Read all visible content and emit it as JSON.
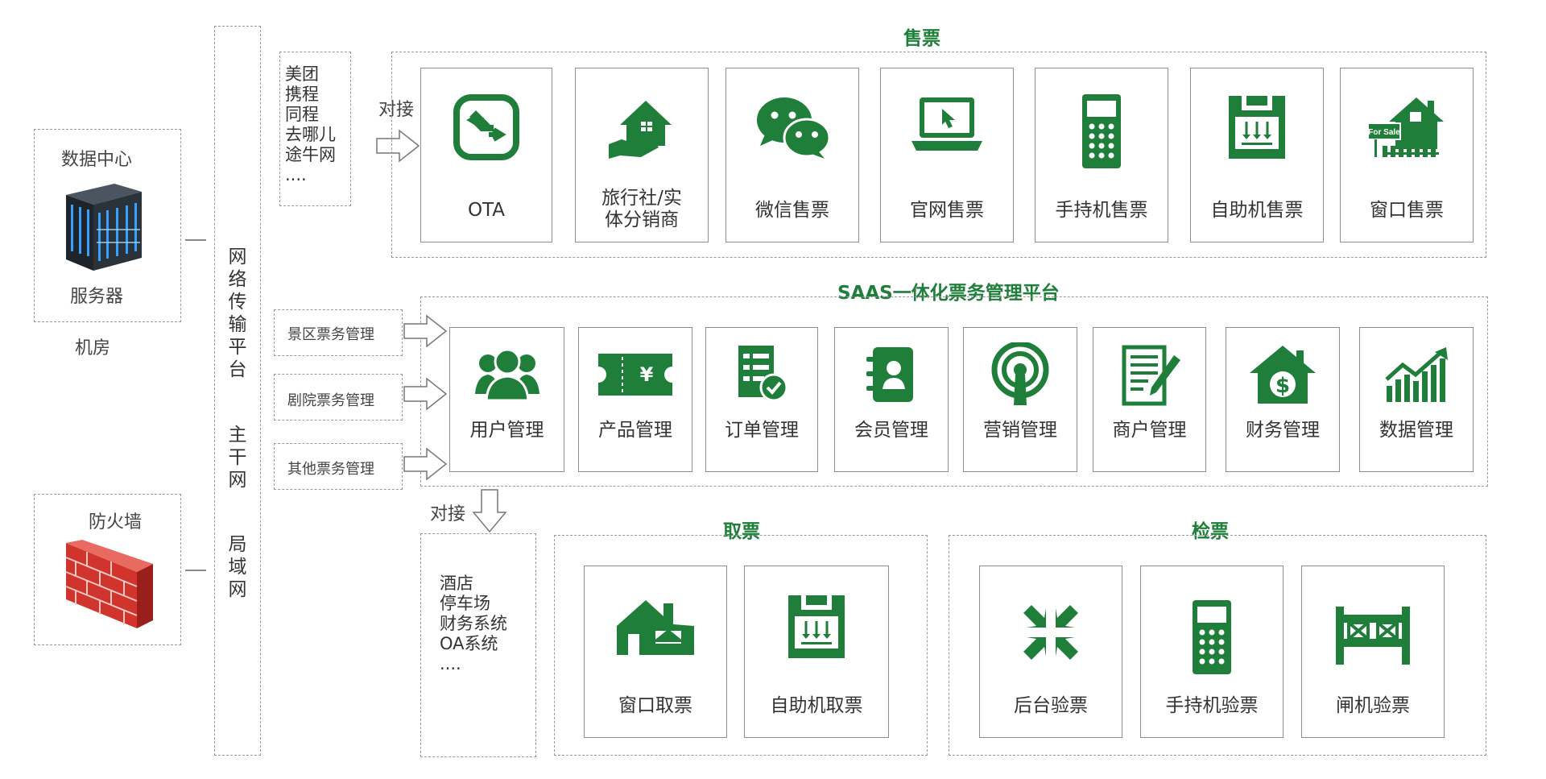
{
  "colors": {
    "accent": "#1e7e3a",
    "border": "#9a9a9a"
  },
  "left": {
    "datacenter_title": "数据中心",
    "server_label": "服务器",
    "room_label": "机房",
    "firewall_title": "防火墙"
  },
  "network": {
    "chars1": [
      "网",
      "络",
      "传",
      "输",
      "平",
      "台"
    ],
    "chars2": [
      "主",
      "干",
      "网"
    ],
    "chars3": [
      "局",
      "域",
      "网"
    ]
  },
  "ota_list": [
    "美团",
    "携程",
    "同程",
    "去哪儿",
    "途牛网",
    "...."
  ],
  "connect_label_top": "对接",
  "connect_label_bottom": "对接",
  "sales": {
    "title": "售票",
    "cards": [
      {
        "label": "OTA",
        "icon": "exchange-icon"
      },
      {
        "label": "旅行社/实\n体分销商",
        "icon": "house-hand-icon"
      },
      {
        "label": "微信售票",
        "icon": "wechat-icon"
      },
      {
        "label": "官网售票",
        "icon": "laptop-icon"
      },
      {
        "label": "手持机售票",
        "icon": "handheld-icon"
      },
      {
        "label": "自助机售票",
        "icon": "kiosk-icon"
      },
      {
        "label": "窗口售票",
        "icon": "for-sale-house-icon"
      }
    ]
  },
  "platform": {
    "title": "SAAS一体化票务管理平台",
    "inputs": [
      "景区票务管理",
      "剧院票务管理",
      "其他票务管理"
    ],
    "cards": [
      {
        "label": "用户管理",
        "icon": "users-icon"
      },
      {
        "label": "产品管理",
        "icon": "ticket-icon"
      },
      {
        "label": "订单管理",
        "icon": "order-icon"
      },
      {
        "label": "会员管理",
        "icon": "member-icon"
      },
      {
        "label": "营销管理",
        "icon": "broadcast-icon"
      },
      {
        "label": "商户管理",
        "icon": "contract-icon"
      },
      {
        "label": "财务管理",
        "icon": "finance-house-icon"
      },
      {
        "label": "数据管理",
        "icon": "chart-icon"
      }
    ]
  },
  "external_list": [
    "酒店",
    "停车场",
    "财务系统",
    "OA系统",
    "...."
  ],
  "pickup": {
    "title": "取票",
    "cards": [
      {
        "label": "窗口取票",
        "icon": "window-house-icon"
      },
      {
        "label": "自助机取票",
        "icon": "kiosk-icon"
      }
    ]
  },
  "check": {
    "title": "检票",
    "cards": [
      {
        "label": "后台验票",
        "icon": "converge-arrows-icon"
      },
      {
        "label": "手持机验票",
        "icon": "handheld-icon"
      },
      {
        "label": "闸机验票",
        "icon": "gate-icon"
      }
    ]
  }
}
